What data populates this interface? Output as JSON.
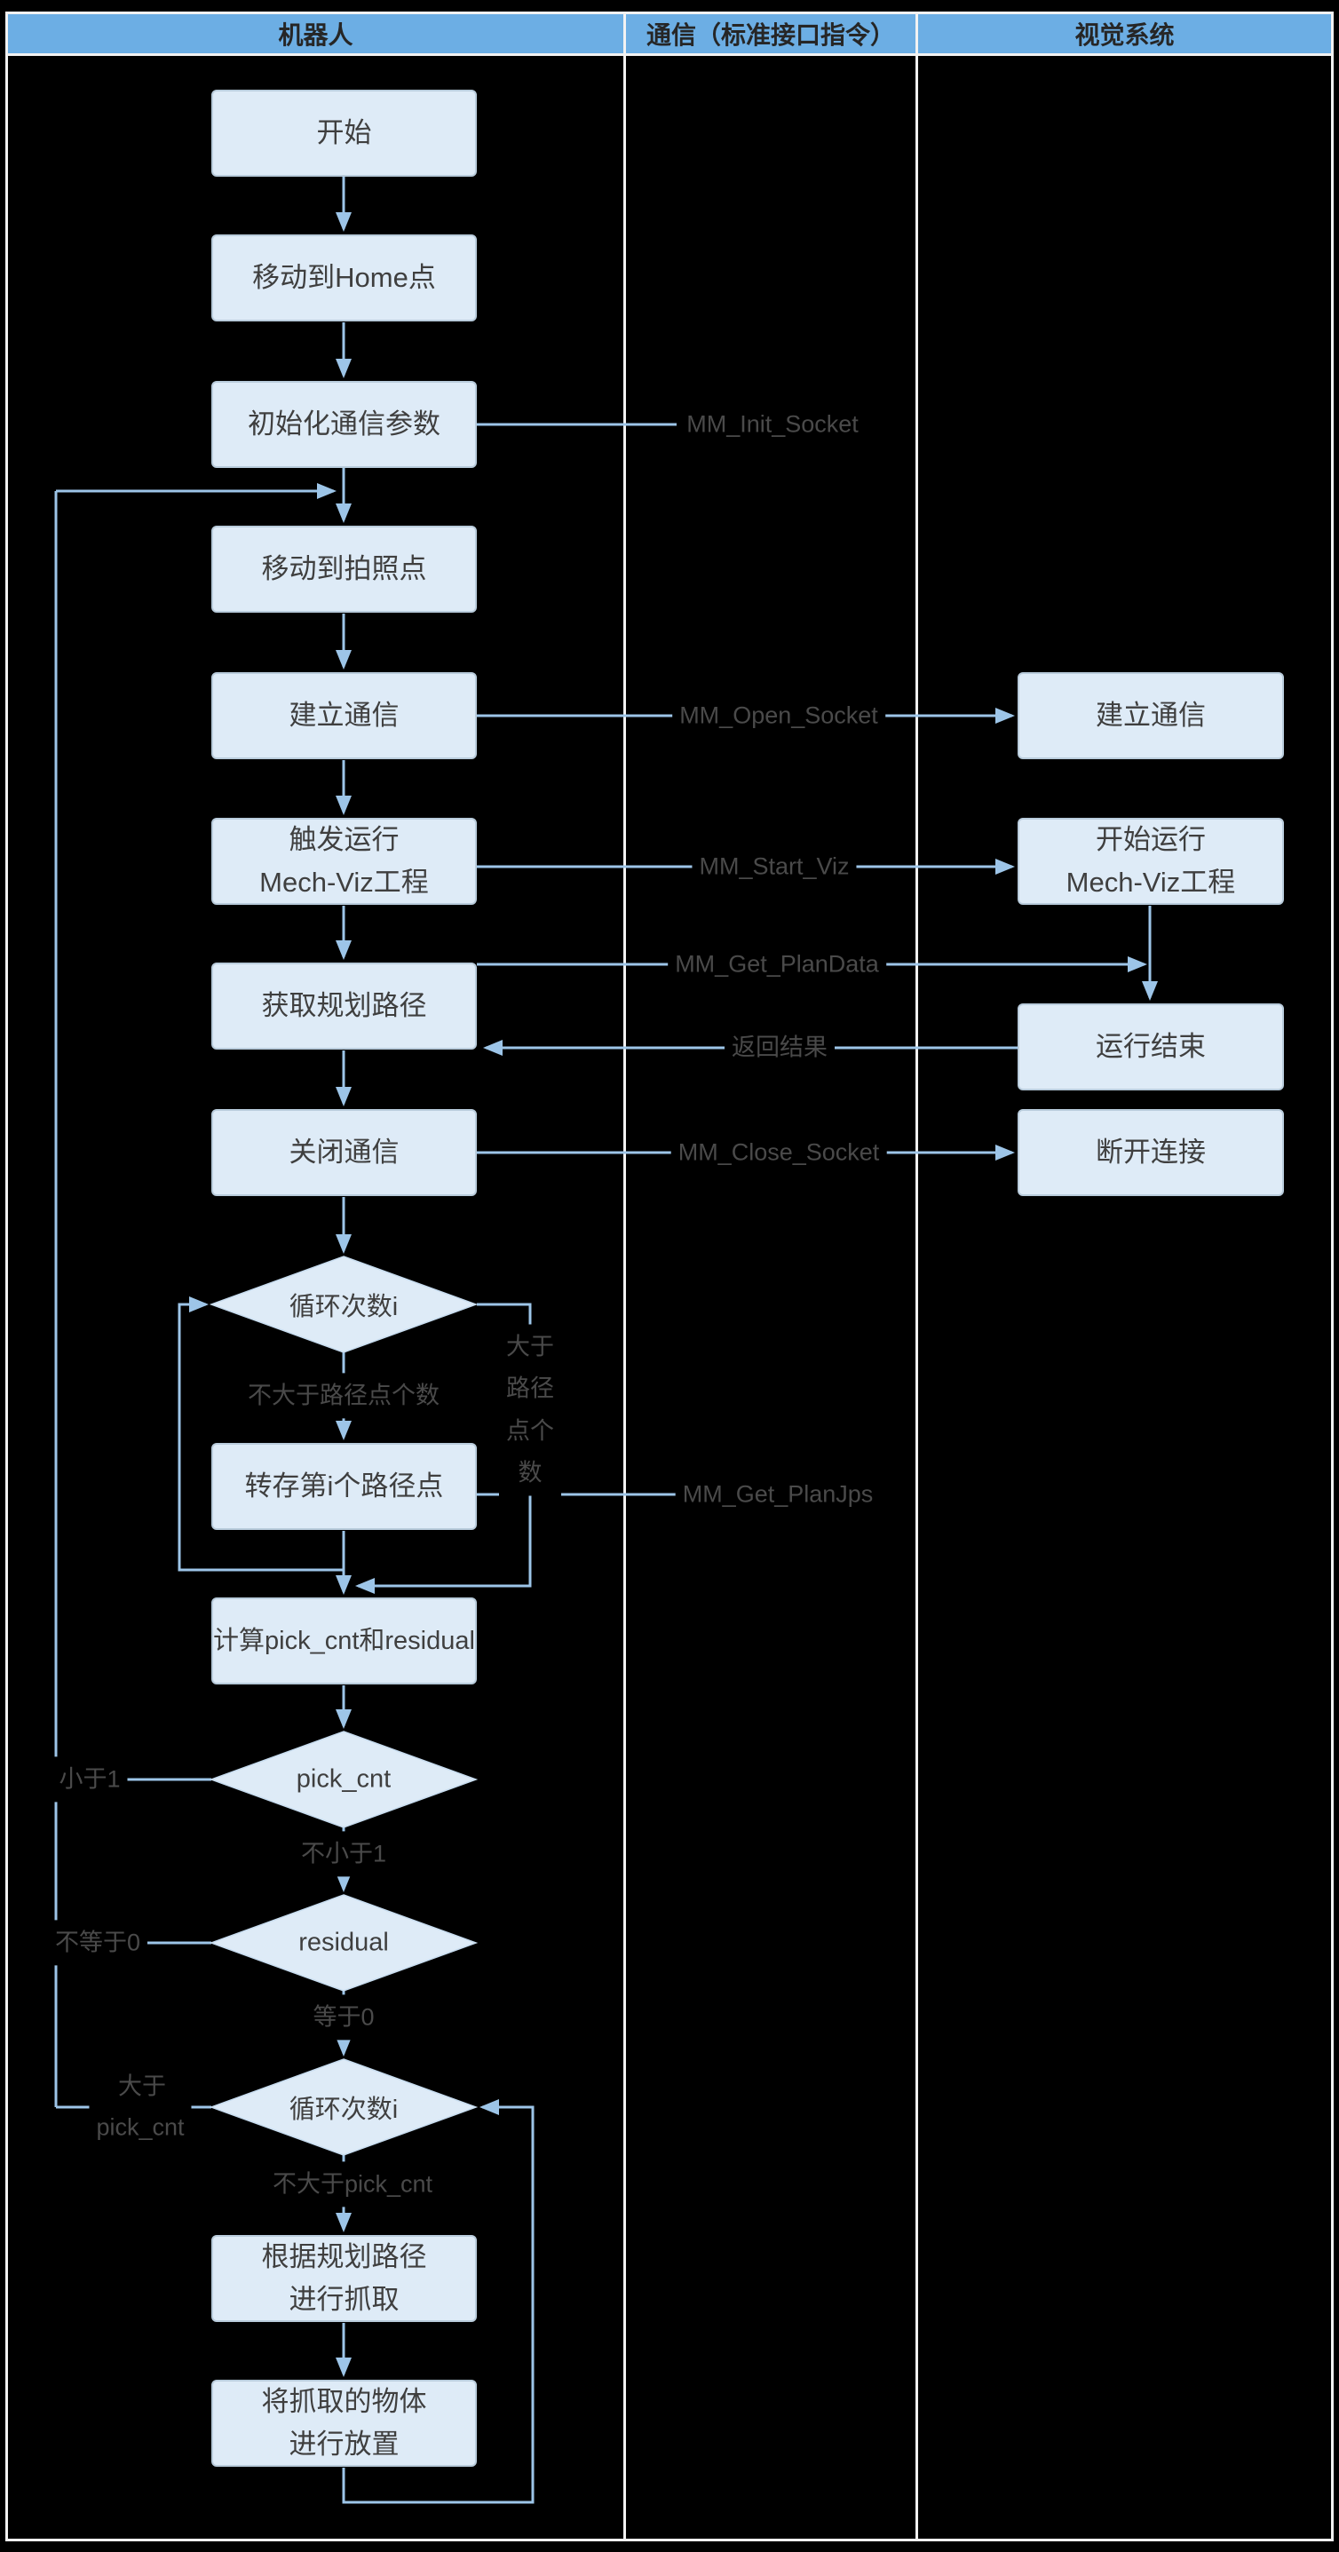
{
  "colors": {
    "background": "#000000",
    "header_bg": "#6CAEE4",
    "lane_border": "#F2F2F2",
    "node_fill": "#DEEBF7",
    "node_border": "#B9CCDC",
    "line": "#9DC5E8",
    "node_text": "#3F3F3F",
    "label_text": "#4A4A4A"
  },
  "header": {
    "lanes": [
      {
        "label": "机器人"
      },
      {
        "label": "通信（标准接口指令）"
      },
      {
        "label": "视觉系统"
      }
    ]
  },
  "robot_nodes": [
    {
      "label": "开始"
    },
    {
      "label": "移动到Home点"
    },
    {
      "label": "初始化通信参数"
    },
    {
      "label": "移动到拍照点"
    },
    {
      "label": "建立通信"
    },
    {
      "label": "触发运行\nMech-Viz工程"
    },
    {
      "label": "获取规划路径"
    },
    {
      "label": "关闭通信"
    },
    {
      "label": "转存第i个路径点"
    },
    {
      "label": "计算pick_cnt和residual"
    },
    {
      "label": "根据规划路径\n进行抓取"
    },
    {
      "label": "将抓取的物体\n进行放置"
    }
  ],
  "decisions": [
    {
      "label": "循环次数i"
    },
    {
      "label": "pick_cnt"
    },
    {
      "label": "residual"
    },
    {
      "label": "循环次数i"
    }
  ],
  "vision_nodes": [
    {
      "label": "建立通信"
    },
    {
      "label": "开始运行\nMech-Viz工程"
    },
    {
      "label": "运行结束"
    },
    {
      "label": "断开连接"
    }
  ],
  "commands": [
    {
      "label": "MM_Init_Socket"
    },
    {
      "label": "MM_Open_Socket"
    },
    {
      "label": "MM_Start_Viz"
    },
    {
      "label": "MM_Get_PlanData"
    },
    {
      "label": "返回结果"
    },
    {
      "label": "MM_Close_Socket"
    },
    {
      "label": "MM_Get_PlanJps"
    }
  ],
  "edge_labels": [
    {
      "label": "不大于路径点个数"
    },
    {
      "label": "大于\n路径\n点个\n数"
    },
    {
      "label": "小于1"
    },
    {
      "label": "不小于1"
    },
    {
      "label": "不等于0"
    },
    {
      "label": "等于0"
    },
    {
      "label": "大于"
    },
    {
      "label": "pick_cnt"
    },
    {
      "label": "不大于pick_cnt"
    }
  ]
}
